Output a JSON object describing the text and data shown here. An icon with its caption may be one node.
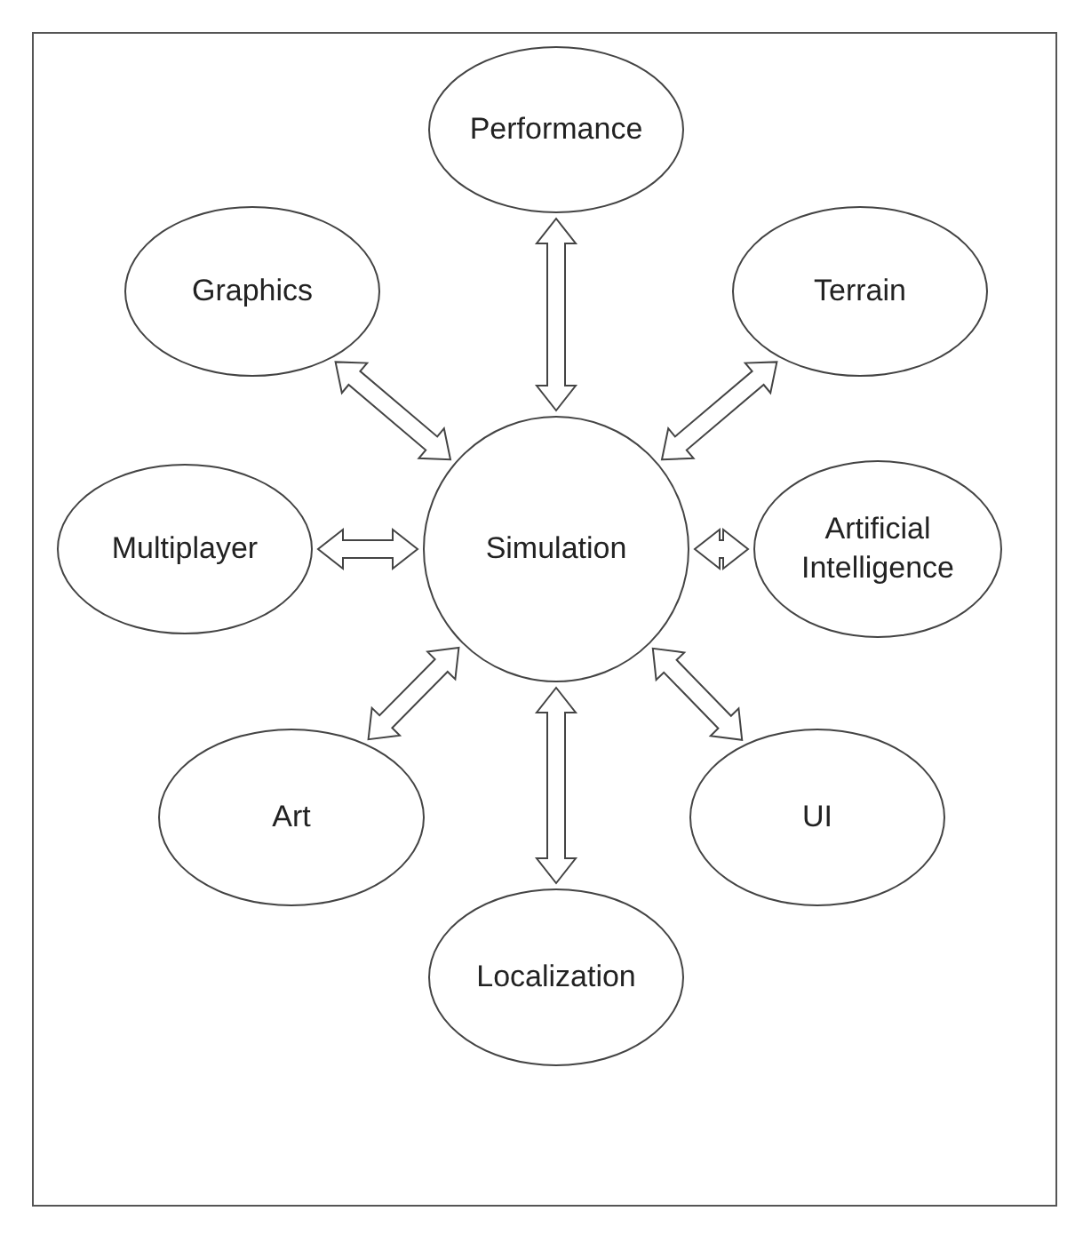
{
  "diagram": {
    "nodes": [
      {
        "text": [
          "Performance"
        ]
      },
      {
        "text": [
          "Graphics"
        ]
      },
      {
        "text": [
          "Terrain"
        ]
      },
      {
        "text": [
          "Multiplayer"
        ]
      },
      {
        "text": [
          "Simulation"
        ]
      },
      {
        "text": [
          "Artificial Intelligence"
        ]
      },
      {
        "text": [
          "Art"
        ]
      },
      {
        "text": [
          "UI"
        ]
      },
      {
        "text": [
          "Localization"
        ]
      }
    ],
    "edges": [
      {
        "from": 4,
        "to": 0,
        "arrow": "both"
      },
      {
        "from": 4,
        "to": 1,
        "arrow": "both"
      },
      {
        "from": 4,
        "to": 2,
        "arrow": "both"
      },
      {
        "from": 4,
        "to": 3,
        "arrow": "both"
      },
      {
        "from": 4,
        "to": 5,
        "arrow": "both"
      },
      {
        "from": 4,
        "to": 6,
        "arrow": "both"
      },
      {
        "from": 4,
        "to": 7,
        "arrow": "both"
      },
      {
        "from": 4,
        "to": 8,
        "arrow": "both"
      }
    ]
  }
}
